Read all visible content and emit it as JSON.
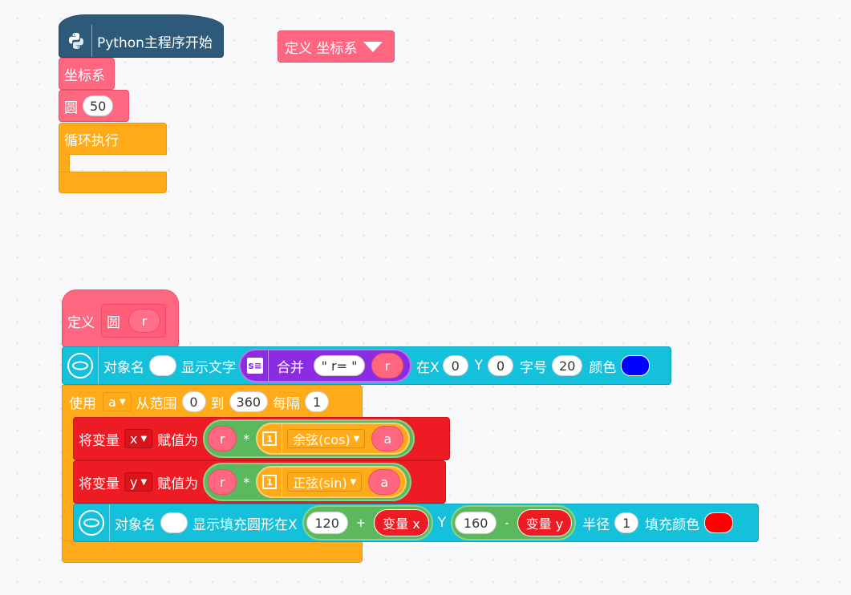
{
  "start_block": {
    "label": "Python主程序开始"
  },
  "define_top": {
    "label": "定义 坐标系"
  },
  "call_coord": {
    "label": "坐标系"
  },
  "call_circle": {
    "label": "圆",
    "value": "50"
  },
  "loop": {
    "label": "循环执行"
  },
  "define_circle": {
    "label_define": "定义",
    "label_name": "圆",
    "param": "r"
  },
  "show_text": {
    "obj_label": "对象名",
    "show_label": "显示文字",
    "merge_label": "合并",
    "string_value": "\" r= \"",
    "var_r": "r",
    "x_label": "在X",
    "x_value": "0",
    "y_label": "Y",
    "y_value": "0",
    "size_label": "字号",
    "size_value": "20",
    "color_label": "颜色",
    "color": "#0000ff"
  },
  "for_range": {
    "use_label": "使用",
    "var": "a",
    "from_label": "从范围",
    "from": "0",
    "to_label": "到",
    "to": "360",
    "step_label": "每隔",
    "step": "1"
  },
  "set_x": {
    "set_label": "将变量",
    "var": "x",
    "assign_label": "赋值为",
    "r": "r",
    "op": "*",
    "func": "余弦(cos)",
    "arg": "a"
  },
  "set_y": {
    "set_label": "将变量",
    "var": "y",
    "assign_label": "赋值为",
    "r": "r",
    "op": "*",
    "func": "正弦(sin)",
    "arg": "a"
  },
  "fill_circle": {
    "obj_label": "对象名",
    "show_label": "显示填充圆形在X",
    "x_value": "120",
    "plus": "+",
    "var_x": "变量 x",
    "y_label": "Y",
    "y_value": "160",
    "minus": "-",
    "var_y": "变量 y",
    "radius_label": "半径",
    "radius_value": "1",
    "fill_label": "填充颜色",
    "fill_color": "#ff0000"
  },
  "colors": {
    "pink": "#ff6680",
    "orange": "#ffab19",
    "cyan": "#14c0da",
    "red": "#ed1c24",
    "green": "#5cb85c",
    "purple": "#8b2be2",
    "navy": "#2e5a7a"
  }
}
